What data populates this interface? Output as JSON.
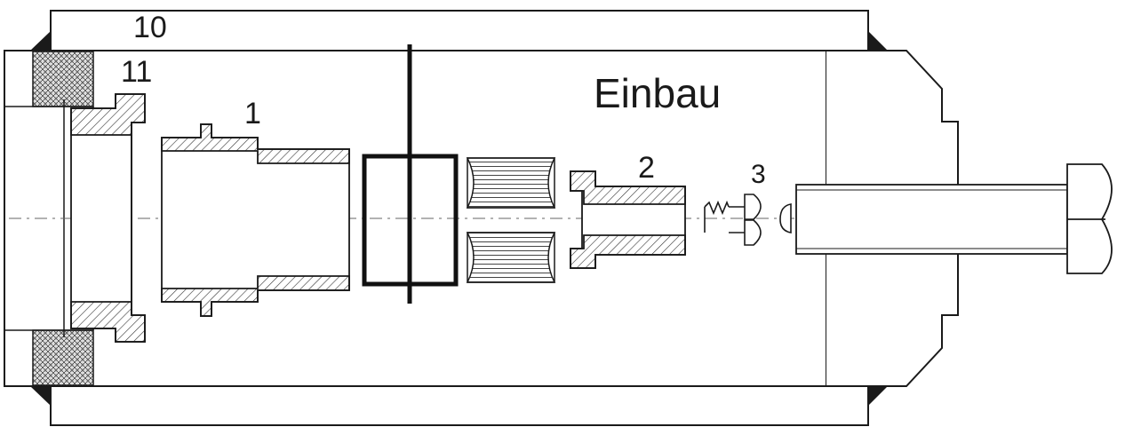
{
  "title": "Einbau",
  "labels": {
    "l10": "10",
    "l11": "11",
    "l1": "1",
    "l2": "2",
    "l3": "3"
  },
  "colors": {
    "line": "#1a1a1a",
    "hatch": "#333333",
    "background": "#ffffff"
  }
}
